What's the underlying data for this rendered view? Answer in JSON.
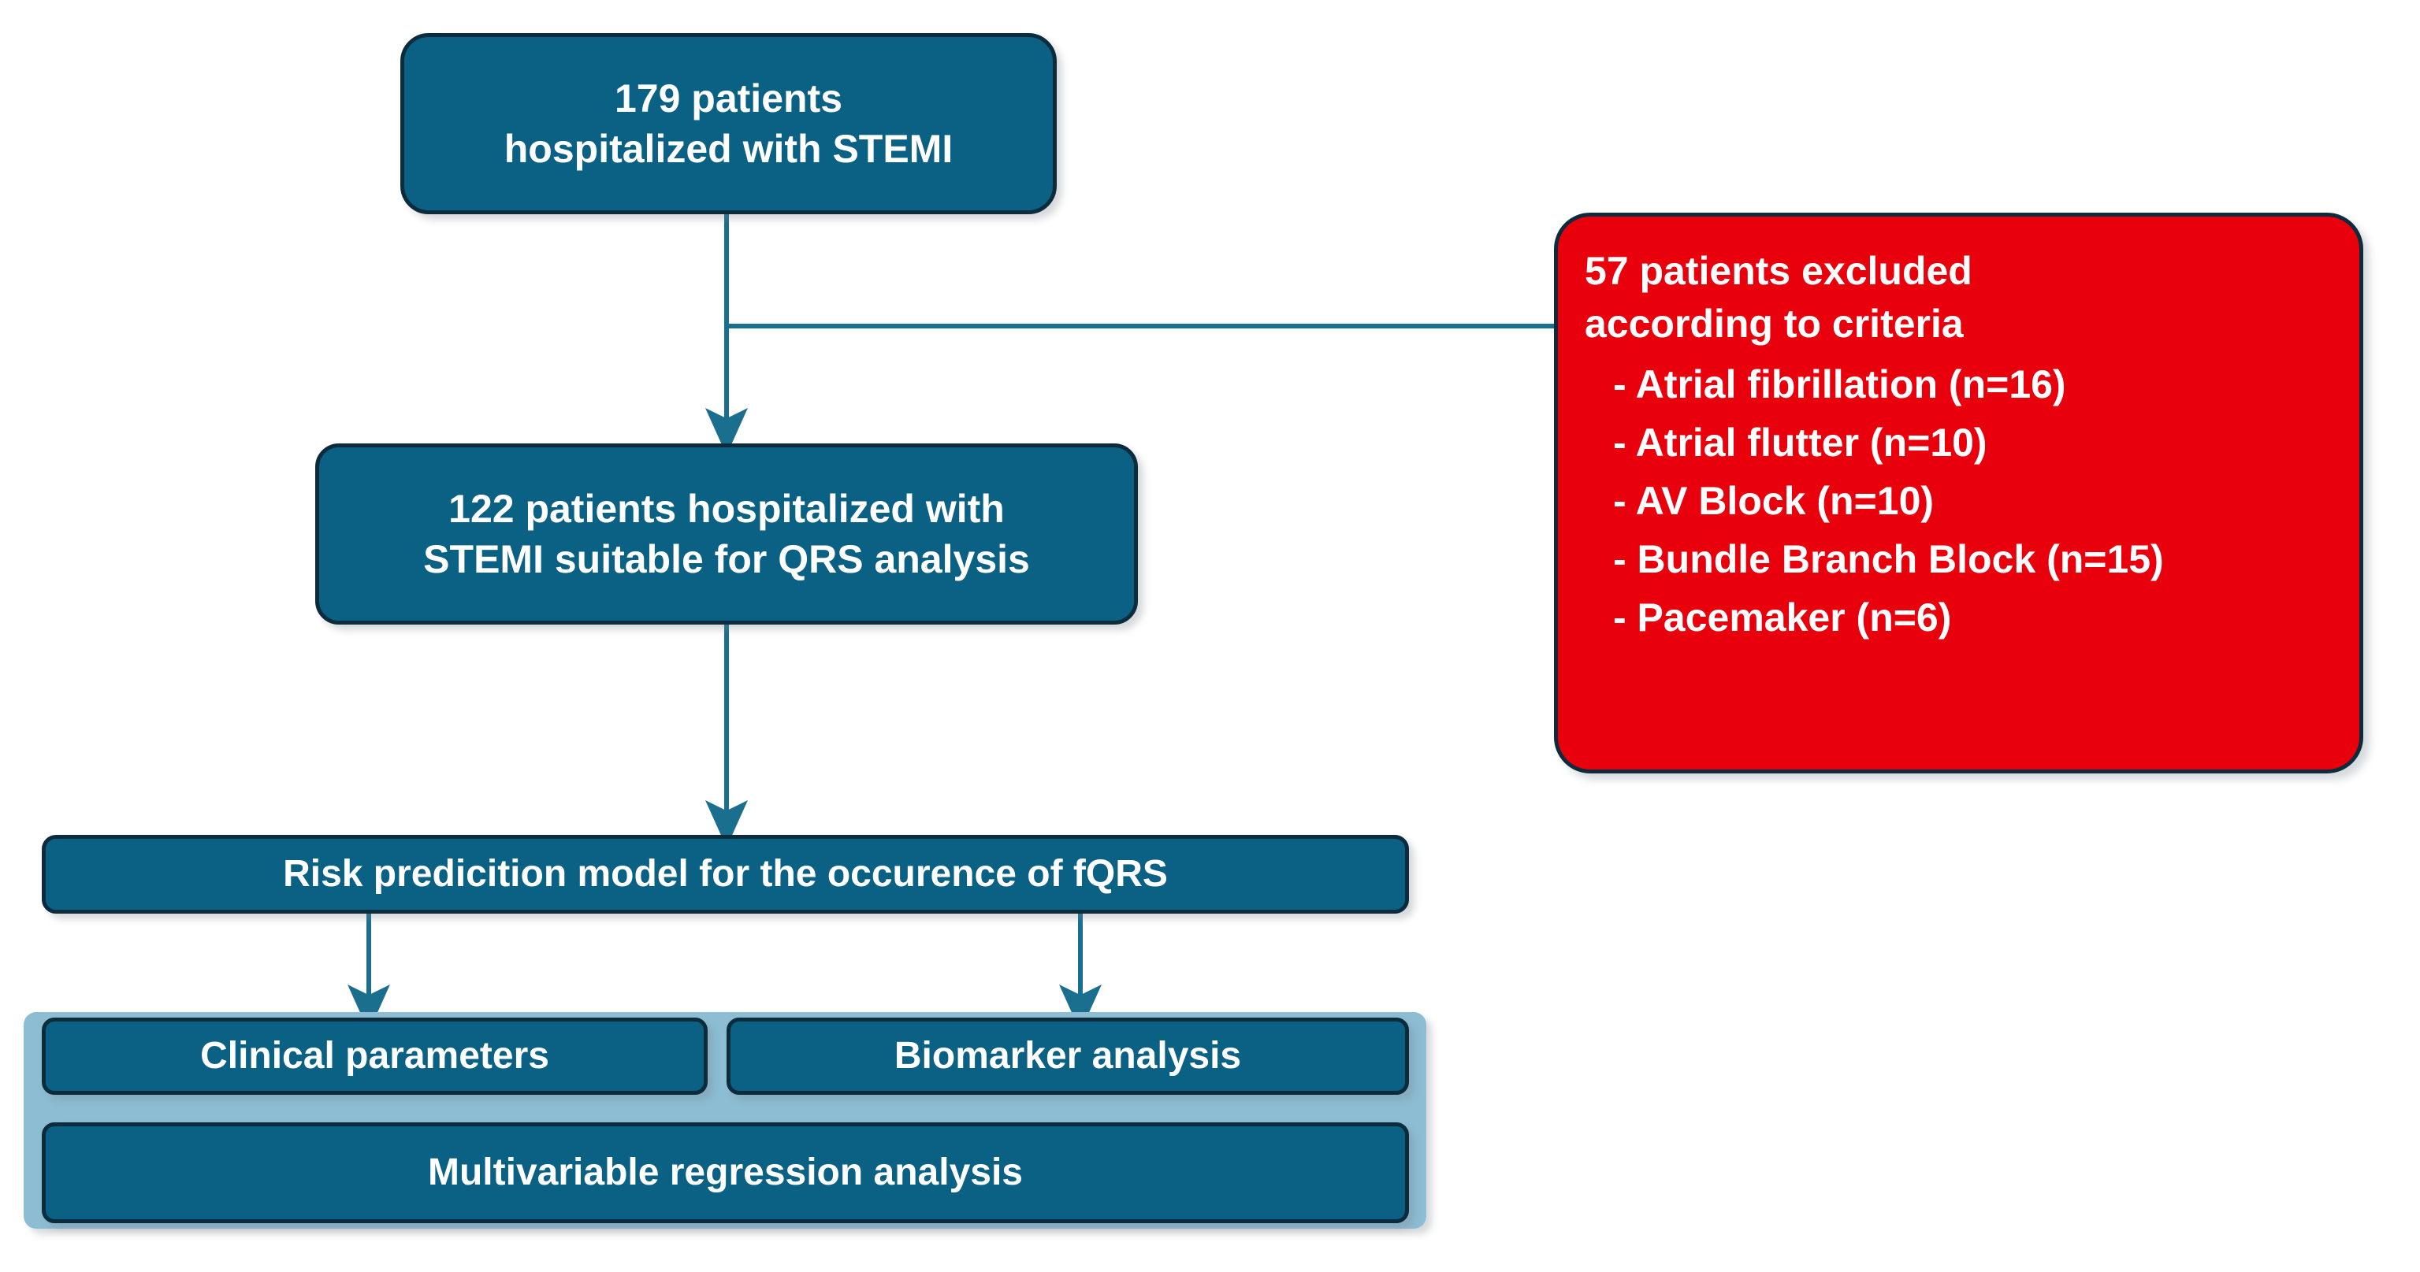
{
  "diagram": {
    "title": "STEMI fQRS study flow diagram",
    "colors": {
      "box_fill": "#0a6184",
      "box_border": "#0c2b3d",
      "excluded_fill": "#e8000d",
      "panel_fill": "#8cbdd3",
      "connector": "#1a6e8e",
      "text": "#ffffff"
    }
  },
  "nodes": {
    "cohort": {
      "line1": "179 patients",
      "line2": "hospitalized with STEMI"
    },
    "eligible": {
      "line1": "122 patients hospitalized with",
      "line2": "STEMI suitable for QRS analysis"
    },
    "excluded": {
      "heading_line1": "57 patients excluded",
      "heading_line2": "according to criteria",
      "criteria": [
        "- Atrial fibrillation (n=16)",
        "- Atrial flutter (n=10)",
        "- AV Block (n=10)",
        "- Bundle Branch Block (n=15)",
        "- Pacemaker (n=6)"
      ]
    },
    "risk_model": {
      "label": "Risk predicition model for the occurence of fQRS"
    },
    "clinical": {
      "label": "Clinical parameters"
    },
    "biomarker": {
      "label": "Biomarker analysis"
    },
    "regression": {
      "label": "Multivariable regression analysis"
    }
  },
  "counts": {
    "total_patients": 179,
    "included_patients": 122,
    "excluded_patients": 57,
    "excluded_breakdown": [
      {
        "criterion": "Atrial fibrillation",
        "n": 16
      },
      {
        "criterion": "Atrial flutter",
        "n": 10
      },
      {
        "criterion": "AV Block",
        "n": 10
      },
      {
        "criterion": "Bundle Branch Block",
        "n": 15
      },
      {
        "criterion": "Pacemaker",
        "n": 6
      }
    ]
  }
}
